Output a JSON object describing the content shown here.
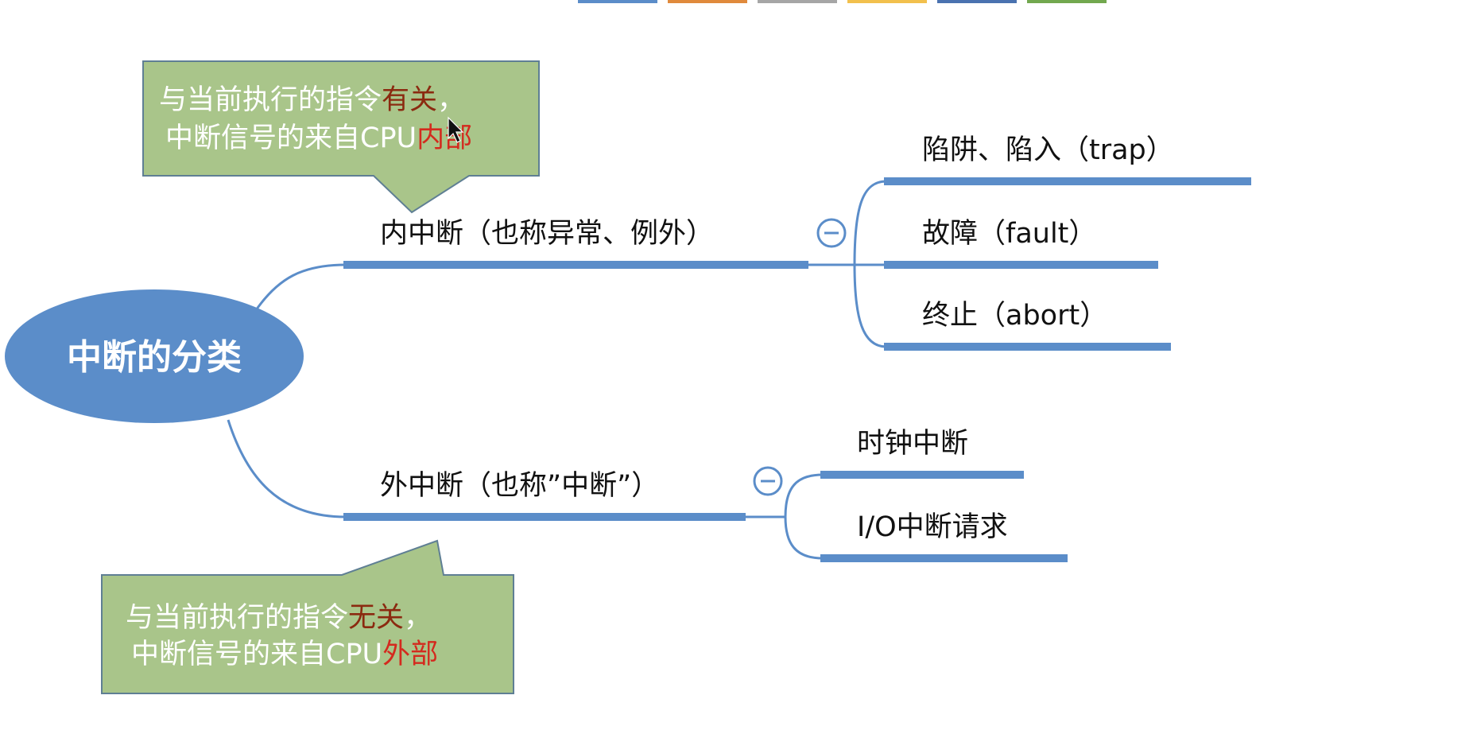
{
  "root": {
    "label": "中断的分类"
  },
  "branches": [
    {
      "label": "内中断（也称异常、例外）",
      "collapse_icon": "minus-circle-icon",
      "children": [
        "陷阱、陷入（trap）",
        "故障（fault）",
        "终止（abort）"
      ],
      "callout": {
        "line1_plain": "与当前执行的指令",
        "line1_highlight": "有关",
        "line1_tail": "，",
        "line2_plain": "中断信号的来自CPU",
        "line2_highlight": "内部"
      }
    },
    {
      "label": "外中断（也称”中断”）",
      "collapse_icon": "minus-circle-icon",
      "children": [
        "时钟中断",
        "I/O中断请求"
      ],
      "callout": {
        "line1_plain": "与当前执行的指令",
        "line1_highlight": "无关",
        "line1_tail": "，",
        "line2_plain": "中断信号的来自CPU",
        "line2_highlight": "外部"
      }
    }
  ],
  "colors": {
    "root_fill": "#5b8dc9",
    "line": "#5b8dc9",
    "callout_fill": "#a9c58a",
    "callout_border": "#5f7f94",
    "highlight_dark": "#8b2a10",
    "highlight_red": "#d42a1e",
    "top_strip": [
      "#5b8dc9",
      "#e08a3c",
      "#a6a6a6",
      "#f2c04d",
      "#4a72b0",
      "#72a84f"
    ]
  }
}
